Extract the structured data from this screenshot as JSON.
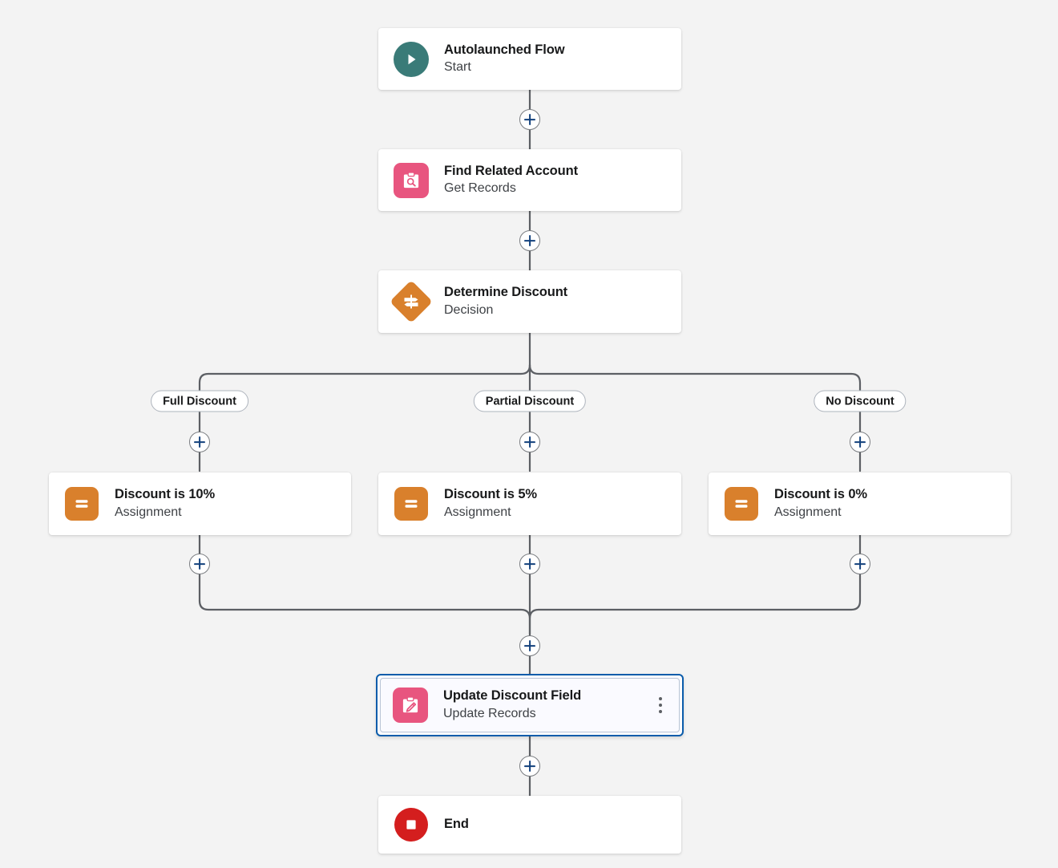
{
  "canvas": {
    "background": "#f3f3f3",
    "connector_color": "#5c5f64",
    "plus_color": "#12407c"
  },
  "nodes": [
    {
      "id": "start",
      "title": "Autolaunched Flow",
      "subtitle": "Start",
      "icon": "play-icon",
      "icon_shape": "circle",
      "icon_color": "#3a7b78",
      "selected": false,
      "has_menu": false
    },
    {
      "id": "get-records",
      "title": "Find Related Account",
      "subtitle": "Get Records",
      "icon": "clipboard-search-icon",
      "icon_shape": "rounded",
      "icon_color": "#e8557f",
      "selected": false,
      "has_menu": false
    },
    {
      "id": "decision",
      "title": "Determine Discount",
      "subtitle": "Decision",
      "icon": "signpost-icon",
      "icon_shape": "diamond",
      "icon_color": "#d9802c",
      "selected": false,
      "has_menu": false
    },
    {
      "id": "assignment-full",
      "title": "Discount is 10%",
      "subtitle": "Assignment",
      "icon": "equals-icon",
      "icon_shape": "rounded",
      "icon_color": "#d9802c",
      "selected": false,
      "has_menu": false
    },
    {
      "id": "assignment-partial",
      "title": "Discount is 5%",
      "subtitle": "Assignment",
      "icon": "equals-icon",
      "icon_shape": "rounded",
      "icon_color": "#d9802c",
      "selected": false,
      "has_menu": false
    },
    {
      "id": "assignment-none",
      "title": "Discount is 0%",
      "subtitle": "Assignment",
      "icon": "equals-icon",
      "icon_shape": "rounded",
      "icon_color": "#d9802c",
      "selected": false,
      "has_menu": false
    },
    {
      "id": "update-records",
      "title": "Update Discount Field",
      "subtitle": "Update Records",
      "icon": "clipboard-pencil-icon",
      "icon_shape": "rounded",
      "icon_color": "#e8557f",
      "selected": true,
      "has_menu": true
    },
    {
      "id": "end",
      "title": "End",
      "subtitle": "",
      "icon": "stop-icon",
      "icon_shape": "circle",
      "icon_color": "#d41e1e",
      "selected": false,
      "has_menu": false
    }
  ],
  "branches": [
    {
      "id": "branch-full",
      "label": "Full Discount"
    },
    {
      "id": "branch-partial",
      "label": "Partial Discount"
    },
    {
      "id": "branch-none",
      "label": "No Discount"
    }
  ],
  "connectors": [
    {
      "id": "add-after-start"
    },
    {
      "id": "add-after-get-records"
    },
    {
      "id": "add-on-branch-full"
    },
    {
      "id": "add-on-branch-partial"
    },
    {
      "id": "add-on-branch-none"
    },
    {
      "id": "add-after-assignment-full"
    },
    {
      "id": "add-after-assignment-partial"
    },
    {
      "id": "add-after-assignment-none"
    },
    {
      "id": "add-after-merge"
    },
    {
      "id": "add-after-update-records"
    }
  ]
}
